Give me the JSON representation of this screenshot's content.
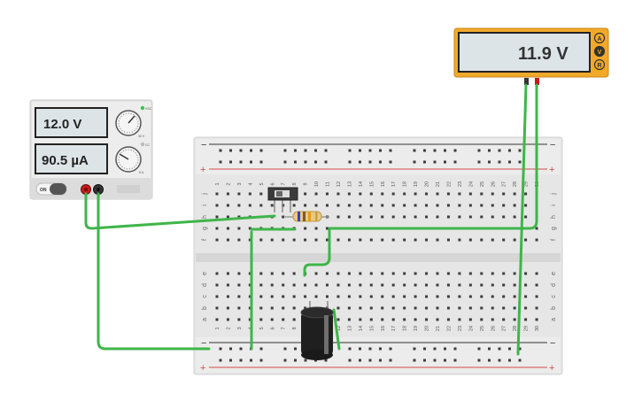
{
  "power_supply": {
    "voltage": "12.0 V",
    "current": "90.5 µA",
    "on_label": "ON",
    "vsc_label": "VSC",
    "cc_label": "CC",
    "max_v_label": "30 V",
    "max_a_label": "5 A"
  },
  "multimeter": {
    "reading": "11.9 V",
    "mode_a": "A",
    "mode_v": "V",
    "mode_r": "R"
  },
  "breadboard": {
    "columns": [
      "1",
      "2",
      "3",
      "4",
      "5",
      "6",
      "7",
      "8",
      "9",
      "10",
      "11",
      "12",
      "13",
      "14",
      "15",
      "16",
      "17",
      "18",
      "19",
      "20",
      "21",
      "22",
      "23",
      "24",
      "25",
      "26",
      "27",
      "28",
      "29",
      "30"
    ],
    "rows_top": [
      "j",
      "i",
      "h",
      "g",
      "f"
    ],
    "rows_bottom": [
      "e",
      "d",
      "c",
      "b",
      "a"
    ],
    "rail_minus": "−",
    "rail_plus": "+"
  },
  "colors": {
    "wire": "#3fb54a",
    "lcd": "#dde4e8",
    "meter_frame": "#f2a92a",
    "probe_red": "#d0121b",
    "rail_red": "#d24a4a",
    "rail_black": "#333333"
  }
}
